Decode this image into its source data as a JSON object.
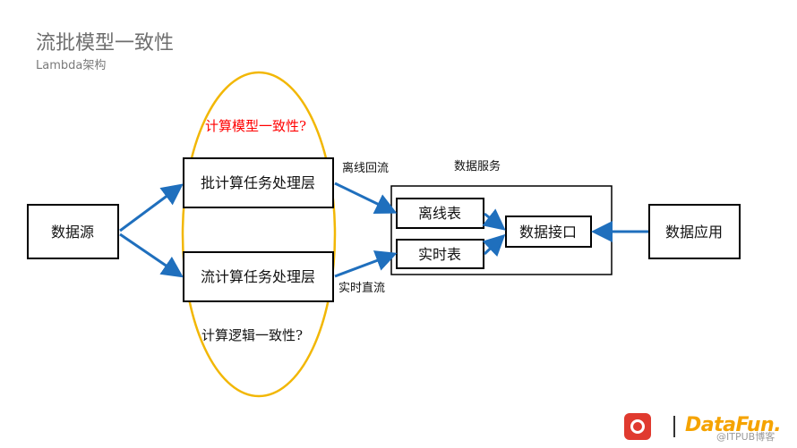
{
  "slide": {
    "title": "流批模型一致性",
    "subtitle": "Lambda架构"
  },
  "diagram": {
    "source": "数据源",
    "batch_layer": "批计算任务处理层",
    "stream_layer": "流计算任务处理层",
    "offline_flow_label": "离线回流",
    "realtime_flow_label": "实时直流",
    "data_service_label": "数据服务",
    "offline_table": "离线表",
    "realtime_table": "实时表",
    "data_interface": "数据接口",
    "data_application": "数据应用",
    "question_model": "计算模型一致性?",
    "question_logic": "计算逻辑一致性?"
  },
  "footer": {
    "brand": "DataFun.",
    "watermark": "@ITPUB博客"
  },
  "colors": {
    "arrow": "#1f6fbd",
    "ellipse": "#f2b705",
    "highlight_text": "#ff0000",
    "brand": "#f5a300",
    "logo": "#e03a2f"
  }
}
